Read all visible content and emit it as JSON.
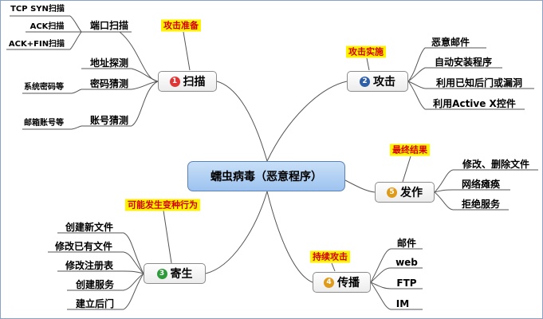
{
  "center": "蠕虫病毒（恶意程序）",
  "branches": {
    "scan": {
      "num": "1",
      "color": "#e03535",
      "label": "扫描",
      "tag": "攻击准备",
      "items": [
        {
          "label": "端口扫描",
          "sub": [
            "TCP SYN扫描",
            "ACK扫描",
            "ACK+FIN扫描"
          ]
        },
        {
          "label": "地址探测"
        },
        {
          "label": "密码猜测",
          "sub": [
            "系统密码等"
          ]
        },
        {
          "label": "账号猜测",
          "sub": [
            "邮箱账号等"
          ]
        }
      ]
    },
    "attack": {
      "num": "2",
      "color": "#2f5ea8",
      "label": "攻击",
      "tag": "攻击实施",
      "items": [
        "恶意邮件",
        "自动安装程序",
        "利用已知后门或漏洞",
        "利用Active X控件"
      ]
    },
    "parasite": {
      "num": "3",
      "color": "#2e9a3a",
      "label": "寄生",
      "tag": "可能发生变种行为",
      "items": [
        "创建新文件",
        "修改已有文件",
        "修改注册表",
        "创建服务",
        "建立后门"
      ]
    },
    "spread": {
      "num": "4",
      "color": "#e09a1a",
      "label": "传播",
      "tag": "持续攻击",
      "items": [
        "邮件",
        "web",
        "FTP",
        "IM"
      ]
    },
    "result": {
      "num": "5",
      "color": "#e09a1a",
      "label": "发作",
      "tag": "最终结果",
      "items": [
        "修改、删除文件",
        "网络瘫痪",
        "拒绝服务"
      ]
    }
  }
}
